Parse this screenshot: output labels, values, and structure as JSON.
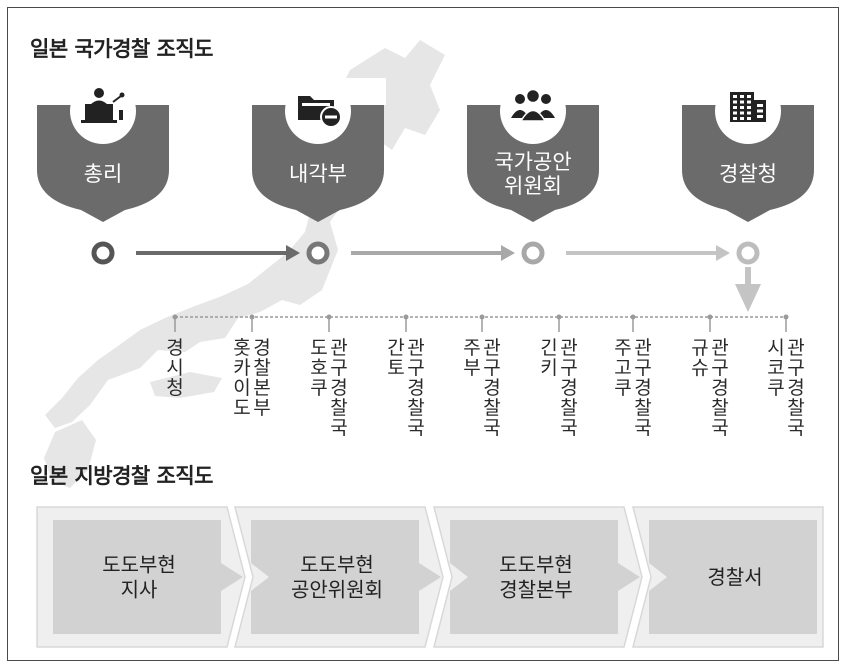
{
  "titles": {
    "national": "일본 국가경찰 조직도",
    "local": "일본 지방경찰 조직도"
  },
  "national_org": [
    {
      "label_lines": [
        "총리"
      ],
      "icon": "speaker-podium-icon",
      "ring_color": "#555555"
    },
    {
      "label_lines": [
        "내각부"
      ],
      "icon": "folder-minus-icon",
      "ring_color": "#777777"
    },
    {
      "label_lines": [
        "국가공안",
        "위원회"
      ],
      "icon": "people-group-icon",
      "ring_color": "#a8a8a8"
    },
    {
      "label_lines": [
        "경찰청"
      ],
      "icon": "building-icon",
      "ring_color": "#bdbdbd"
    }
  ],
  "agencies": [
    {
      "columns": [
        "경시청"
      ]
    },
    {
      "columns": [
        "홋카이도",
        "경찰본부"
      ]
    },
    {
      "columns": [
        "도호쿠",
        "관구경찰국"
      ]
    },
    {
      "columns": [
        "간토",
        "관구경찰국"
      ]
    },
    {
      "columns": [
        "주부",
        "관구경찰국"
      ]
    },
    {
      "columns": [
        "긴키",
        "관구경찰국"
      ]
    },
    {
      "columns": [
        "주고쿠",
        "관구경찰국"
      ]
    },
    {
      "columns": [
        "규슈",
        "관구경찰국"
      ]
    },
    {
      "columns": [
        "시코쿠",
        "관구경찰국"
      ]
    }
  ],
  "local_org": [
    {
      "label_lines": [
        "도도부현",
        "지사"
      ]
    },
    {
      "label_lines": [
        "도도부현",
        "공안위원회"
      ]
    },
    {
      "label_lines": [
        "도도부현",
        "경찰본부"
      ]
    },
    {
      "label_lines": [
        "경찰서"
      ]
    }
  ],
  "colors": {
    "pin": "#6b6b6b",
    "map": "#e4e4e4",
    "local_fill": "#d2d2d2",
    "local_outer": "#efefef",
    "arrow_1": "#6a6a6a",
    "arrow_2": "#a8a8a8",
    "arrow_3": "#c4c4c4"
  }
}
